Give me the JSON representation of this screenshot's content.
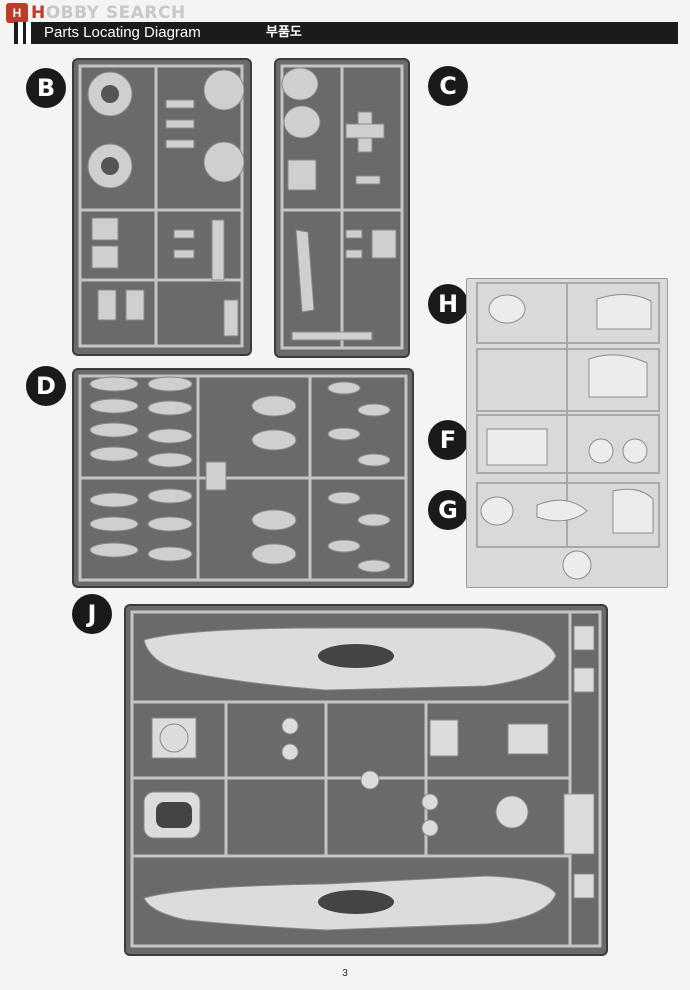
{
  "watermark": {
    "logo": "H",
    "text_prefix": "H",
    "text_rest": "OBBY SEARCH"
  },
  "header": {
    "title": "Parts Locating Diagram",
    "title_ko": "부품도"
  },
  "sprues": {
    "B": "B",
    "C": "C",
    "D": "D",
    "H": "H",
    "F": "F",
    "G": "G",
    "J": "J"
  },
  "page_number": "3"
}
